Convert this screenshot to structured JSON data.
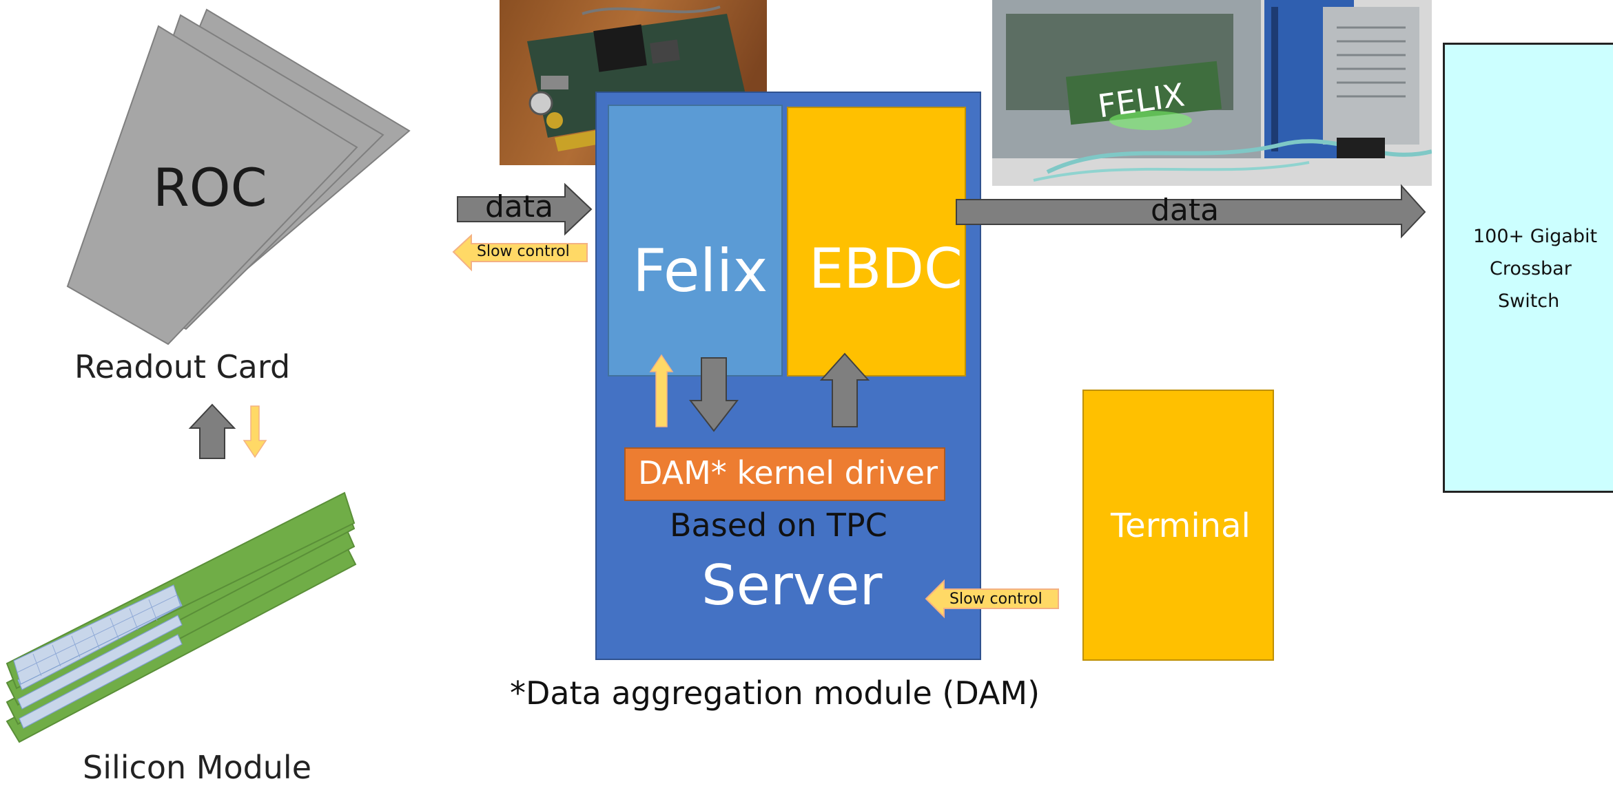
{
  "readout_card": {
    "roc_label": "ROC",
    "caption": "Readout Card",
    "color": "#a6a6a6"
  },
  "silicon_module": {
    "caption": "Silicon Module",
    "color": "#70ad47"
  },
  "links": {
    "data_in_label": "data",
    "slow_control_in_label": "Slow control",
    "data_out_label": "data",
    "slow_control_terminal_label": "Slow control"
  },
  "server": {
    "felix_label": "Felix",
    "ebdc_label": "EBDC",
    "driver_label": "DAM* kernel driver",
    "based_on_label": "Based on TPC",
    "server_label": "Server",
    "server_color": "#4472c4",
    "felix_color": "#5b9bd5",
    "ebdc_color": "#ffc000",
    "driver_color": "#ed7d31"
  },
  "footnote": "*Data aggregation module (DAM)",
  "terminal": {
    "label": "Terminal",
    "color": "#ffc000"
  },
  "switch": {
    "line1": "100+ Gigabit",
    "line2": "Crossbar",
    "line3": "Switch",
    "color": "#ccffff"
  },
  "photos": {
    "felix_photo_label": "FELIX"
  }
}
